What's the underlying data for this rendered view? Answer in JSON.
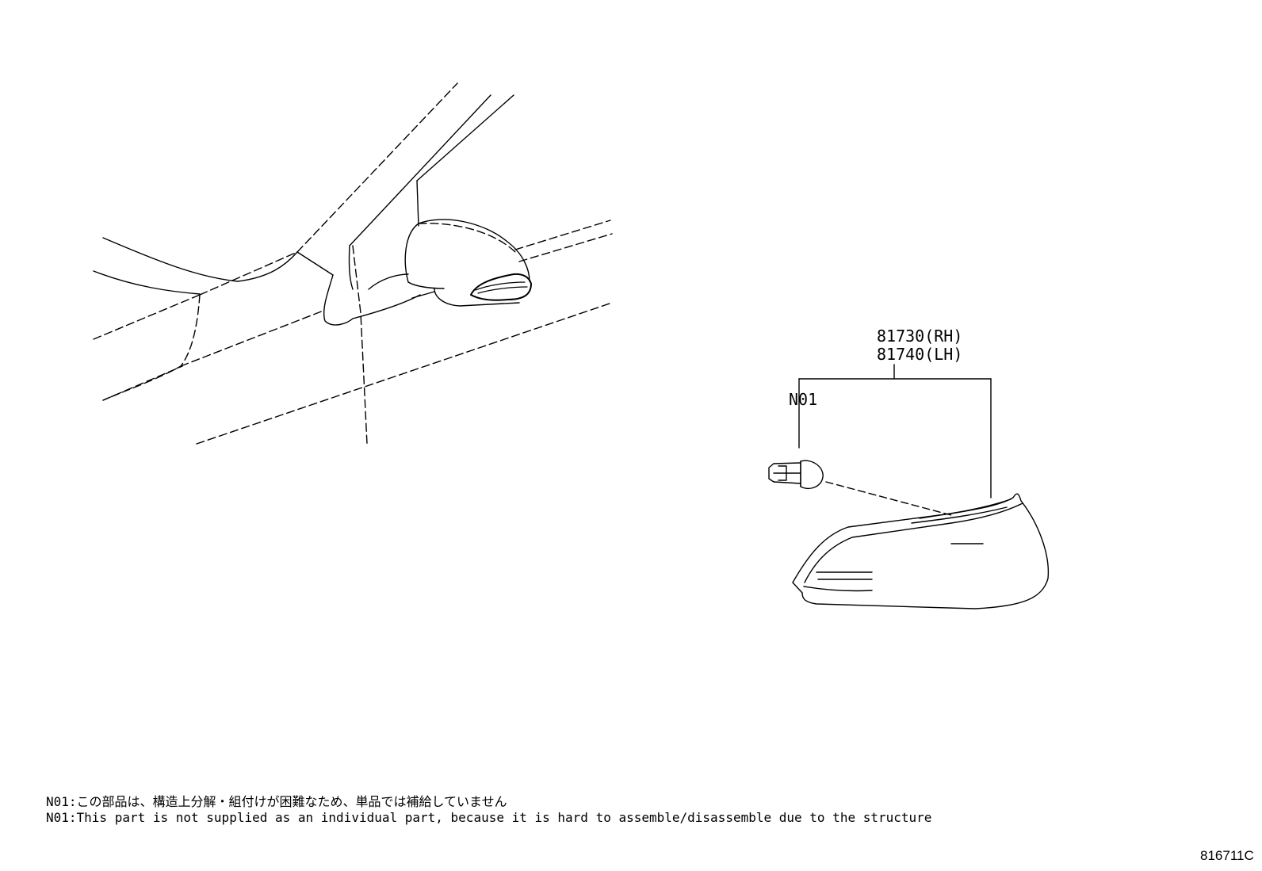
{
  "diagram": {
    "part_numbers": [
      "81730(RH)",
      "81740(LH)"
    ],
    "callout": "N01",
    "notes": [
      "N01:この部品は、構造上分解・組付けが困難なため、単品では補給していません",
      "N01:This part is not supplied as an individual part, because it is hard to assemble/disassemble due to the structure"
    ],
    "image_id": "816711C"
  }
}
